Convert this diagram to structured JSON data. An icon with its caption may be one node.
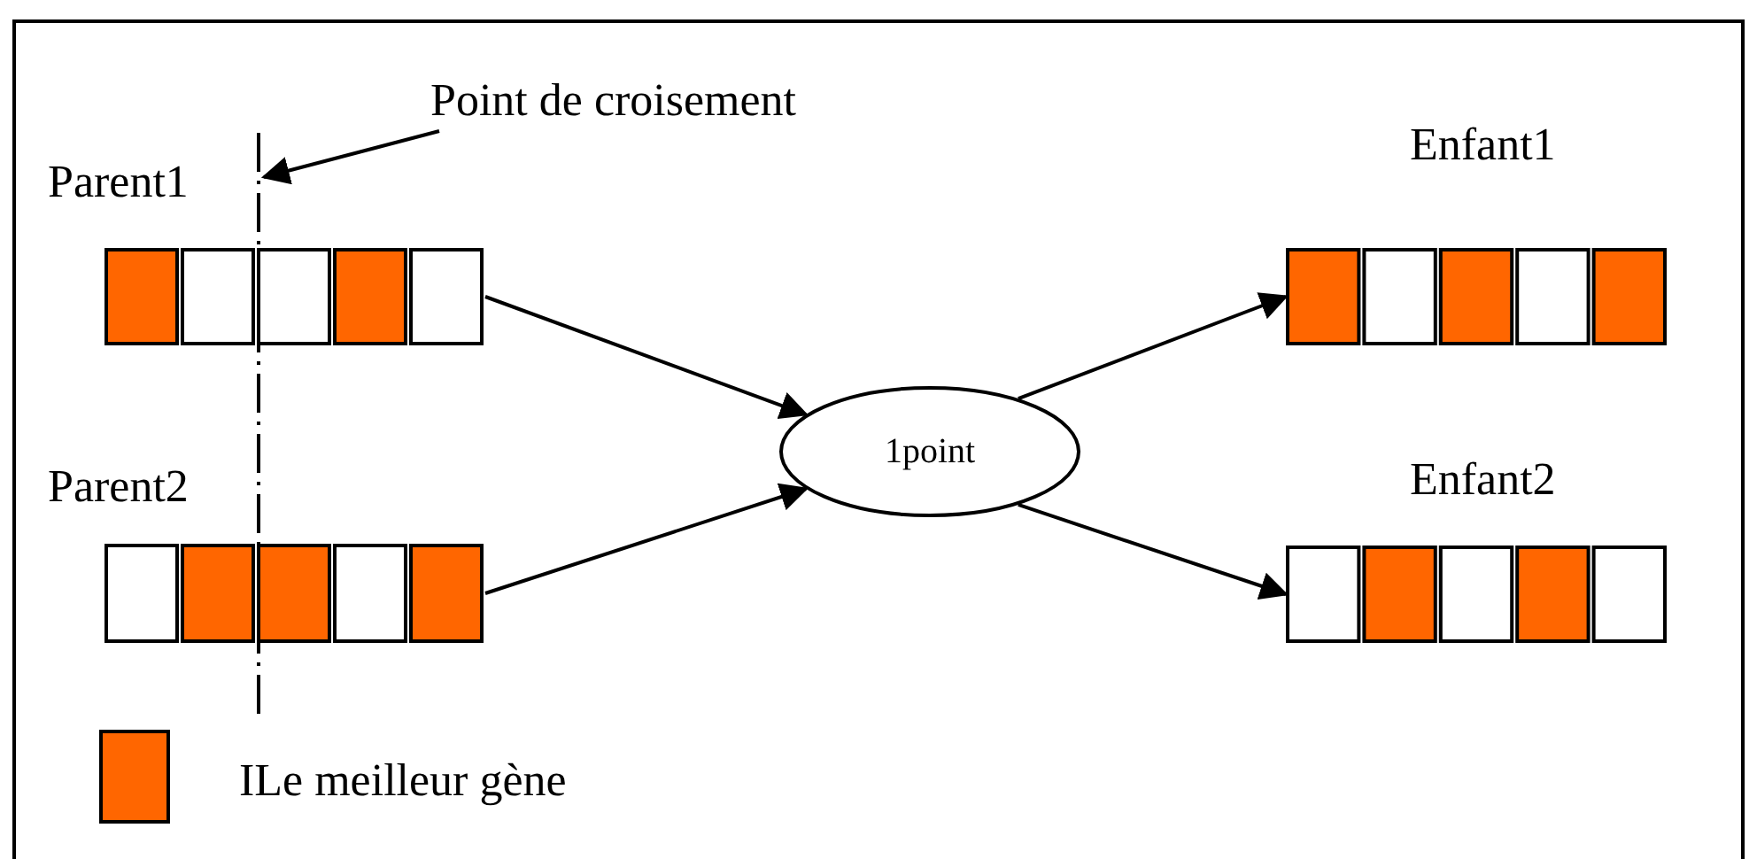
{
  "diagram": {
    "nodes": [
      {
        "text": [],
        "shape": "bar",
        "beside": [
          "Parent1"
        ]
      },
      {
        "text": [],
        "shape": "bar",
        "beside": [
          "Parent2"
        ]
      },
      {
        "text": [
          "1point"
        ]
      },
      {
        "text": [],
        "shape": "bar",
        "beside": [
          "Enfant1"
        ]
      },
      {
        "text": [],
        "shape": "bar",
        "beside": [
          "Enfant2"
        ]
      },
      {
        "text": [
          "Point de croisement"
        ]
      },
      {
        "text": [],
        "shape": "line"
      }
    ],
    "edges": [
      {
        "from": 0,
        "to": 2,
        "arrow": "to"
      },
      {
        "from": 1,
        "to": 2,
        "arrow": "to"
      },
      {
        "from": 2,
        "to": 3,
        "arrow": "to"
      },
      {
        "from": 2,
        "to": 4,
        "arrow": "to"
      },
      {
        "from": 5,
        "to": 6,
        "arrow": "to"
      }
    ],
    "legend": [
      {
        "text": "ILe meilleur gène",
        "color": "#ff6600"
      }
    ]
  }
}
